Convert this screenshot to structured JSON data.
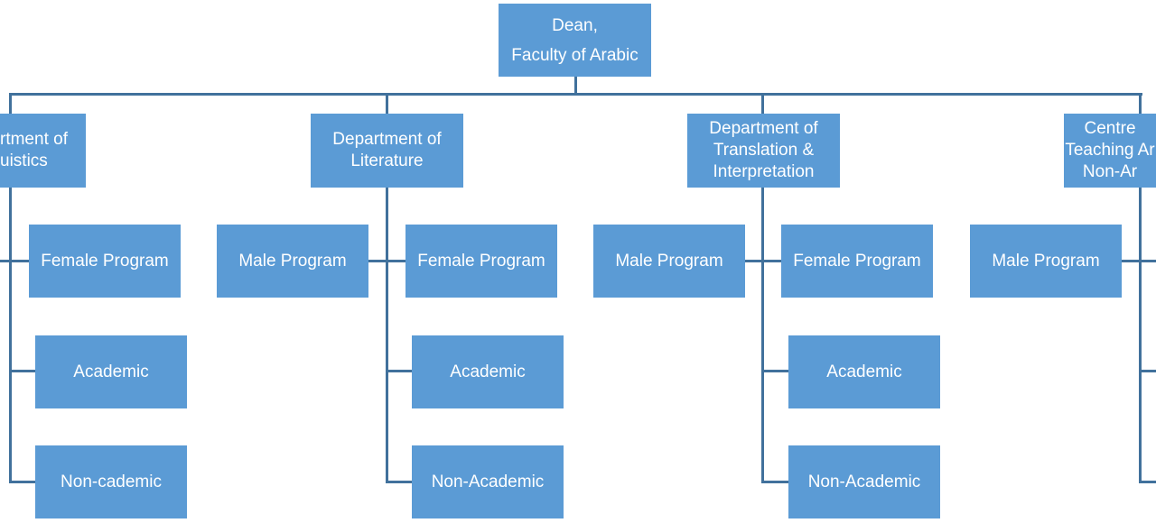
{
  "colors": {
    "box_fill": "#5b9bd5",
    "connector": "#41719c",
    "text": "#ffffff"
  },
  "root": {
    "line1": "Dean,",
    "line2": "Faculty of Arabic"
  },
  "departments": [
    {
      "title": "Department of\nLinguistics",
      "visible_title": "rtment of\nuistics",
      "children": [
        "Female Program",
        "Academic",
        "Non-cademic"
      ]
    },
    {
      "title": "Department of\nLiterature",
      "male": "Male Program",
      "children": [
        "Female Program",
        "Academic",
        "Non-Academic"
      ]
    },
    {
      "title": "Department of\nTranslation &\nInterpretation",
      "male": "Male Program",
      "children": [
        "Female Program",
        "Academic",
        "Non-Academic"
      ]
    },
    {
      "title": "Centre\nTeaching Ar\nNon-Ar",
      "male": "Male Program"
    }
  ]
}
